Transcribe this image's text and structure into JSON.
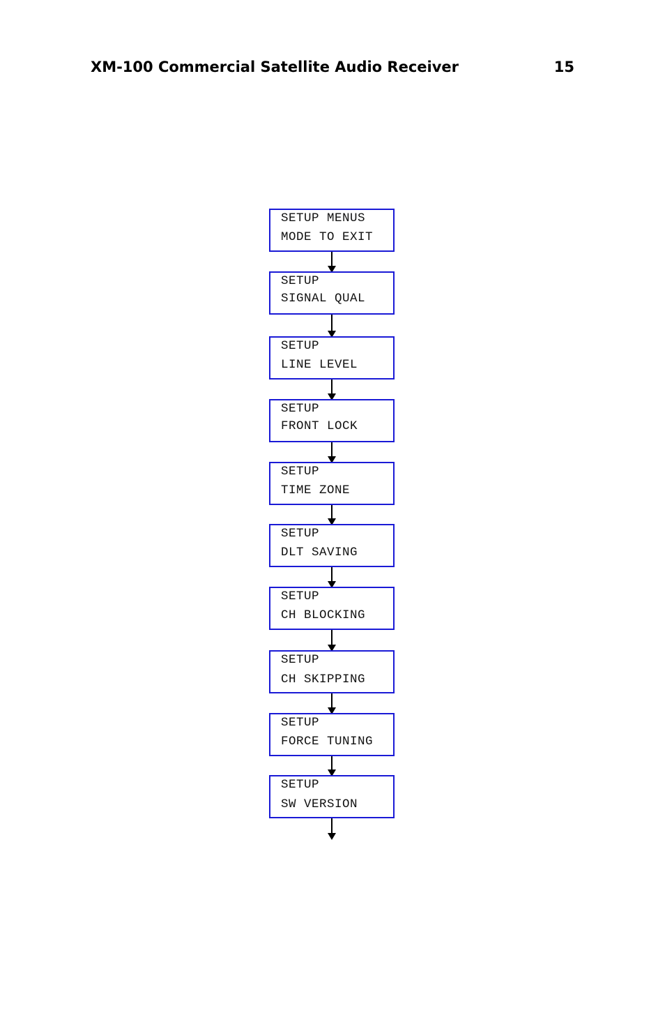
{
  "header": {
    "title": "XM-100 Commercial Satellite Audio Receiver",
    "page_number": "15"
  },
  "flow": {
    "boxes": [
      {
        "line1": "SETUP MENUS",
        "line2": "MODE TO EXIT"
      },
      {
        "line1": "SETUP",
        "line2": "SIGNAL QUAL"
      },
      {
        "line1": "SETUP",
        "line2": "LINE LEVEL"
      },
      {
        "line1": "SETUP",
        "line2": "FRONT LOCK"
      },
      {
        "line1": "SETUP",
        "line2": "TIME ZONE"
      },
      {
        "line1": "SETUP",
        "line2": "DLT SAVING"
      },
      {
        "line1": "SETUP",
        "line2": "CH BLOCKING"
      },
      {
        "line1": "SETUP",
        "line2": "CH SKIPPING"
      },
      {
        "line1": "SETUP",
        "line2": "FORCE TUNING"
      },
      {
        "line1": "SETUP",
        "line2": "SW VERSION"
      }
    ]
  },
  "colors": {
    "box_border": "#1a1ad6",
    "arrow": "#000000"
  }
}
